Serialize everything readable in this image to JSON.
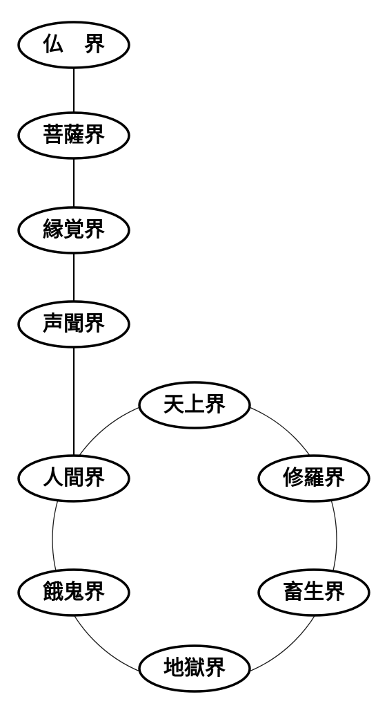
{
  "vertical_chain": [
    {
      "id": "buddha",
      "label": "仏　界"
    },
    {
      "id": "bodhisattva",
      "label": "菩薩界"
    },
    {
      "id": "pratyekabuddha",
      "label": "縁覚界"
    },
    {
      "id": "sravaka",
      "label": "声聞界"
    },
    {
      "id": "human",
      "label": "人間界"
    }
  ],
  "cycle_nodes": [
    {
      "id": "heaven",
      "label": "天上界"
    },
    {
      "id": "asura",
      "label": "修羅界"
    },
    {
      "id": "animal",
      "label": "畜生界"
    },
    {
      "id": "hell",
      "label": "地獄界"
    },
    {
      "id": "hungry-ghost",
      "label": "餓鬼界"
    }
  ],
  "colors": {
    "stroke": "#000000",
    "fill": "#ffffff",
    "text": "#000000"
  }
}
